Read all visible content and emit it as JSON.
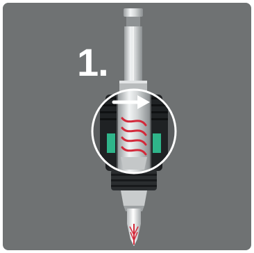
{
  "step": {
    "label": "1."
  },
  "illustration": {
    "subject": "bit-holder-insertion",
    "icons": [
      "hex-shank",
      "bit-holder-sleeve",
      "spring",
      "direction-arrow",
      "phillips-bit",
      "magnifier-circle"
    ],
    "colors": {
      "background": "#6f7273",
      "steel": "#d6d9da",
      "sleeve_dark": "#2b2e30",
      "accent_green": "#2fb58a",
      "spring_red": "#d3293a",
      "arrow": "#ffffff"
    }
  }
}
